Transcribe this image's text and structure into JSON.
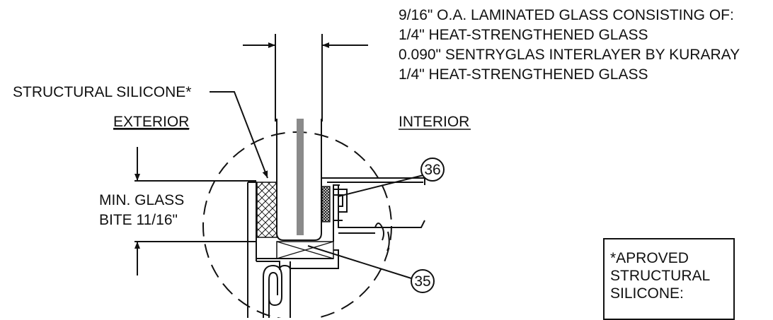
{
  "glass_spec": {
    "lines": [
      "9/16\" O.A. LAMINATED GLASS CONSISTING OF:",
      "1/4\" HEAT-STRENGTHENED GLASS",
      "0.090\" SENTRYGLAS INTERLAYER BY KURARAY",
      "1/4\" HEAT-STRENGTHENED GLASS"
    ]
  },
  "labels": {
    "structural_silicone": "STRUCTURAL SILICONE*",
    "exterior": "EXTERIOR",
    "interior": "INTERIOR",
    "glass_bite_line1": "MIN. GLASS",
    "glass_bite_line2": "BITE 11/16\""
  },
  "callouts": [
    {
      "number": "36"
    },
    {
      "number": "35"
    }
  ],
  "note": {
    "lines": [
      "*APROVED",
      "STRUCTURAL",
      "SILICONE:"
    ]
  }
}
